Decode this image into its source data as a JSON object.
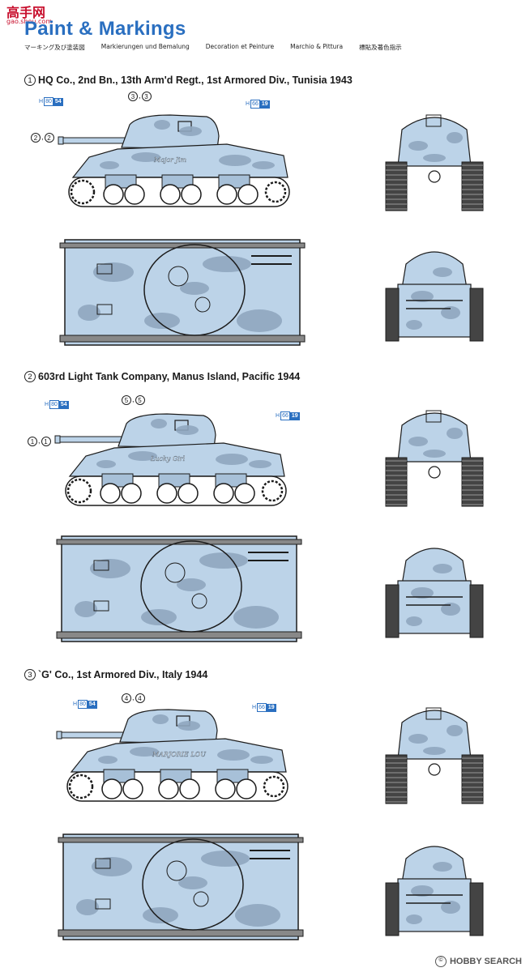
{
  "logo": {
    "text": "高手网",
    "sub": "gao.shou.com"
  },
  "header": {
    "title": "Paint & Markings",
    "languages": [
      "マーキング及び塗装図",
      "Markierungen und Bemalung",
      "Decoration et Peinture",
      "Marchio & Pittura",
      "標貼及著色指示"
    ]
  },
  "schemes": [
    {
      "number": "1",
      "title": "HQ Co., 2nd Bn., 13th Arm'd Regt., 1st Armored Div., Tunisia 1943",
      "callouts": [
        {
          "a": "3",
          "b": "3"
        },
        {
          "a": "2",
          "b": "2"
        }
      ],
      "codes": [
        {
          "h": "H",
          "c1": "80",
          "c2": "54"
        },
        {
          "h": "H",
          "c1": "66",
          "c2": "19"
        }
      ],
      "tank_name": "Major Jim"
    },
    {
      "number": "2",
      "title": "603rd Light Tank Company, Manus Island, Pacific 1944",
      "callouts": [
        {
          "a": "5",
          "b": "5"
        },
        {
          "a": "1",
          "b": "1"
        }
      ],
      "codes": [
        {
          "h": "H",
          "c1": "80",
          "c2": "54"
        },
        {
          "h": "H",
          "c1": "66",
          "c2": "19"
        }
      ],
      "tank_name": "Lucky Girl"
    },
    {
      "number": "3",
      "title": "`G' Co., 1st Armored Div., Italy 1944",
      "callouts": [
        {
          "a": "4",
          "b": "4"
        }
      ],
      "codes": [
        {
          "h": "H",
          "c1": "80",
          "c2": "54"
        },
        {
          "h": "H",
          "c1": "66",
          "c2": "19"
        }
      ],
      "tank_name": "MARJORIE LOU"
    }
  ],
  "colors": {
    "camo_light": "#bcd3e8",
    "camo_dark": "#8fa6bf",
    "camo_mid": "#a7c0d8",
    "line": "#1c1c1c",
    "accent": "#2a6fc0"
  },
  "watermark": {
    "text": "HOBBY SEARCH"
  }
}
